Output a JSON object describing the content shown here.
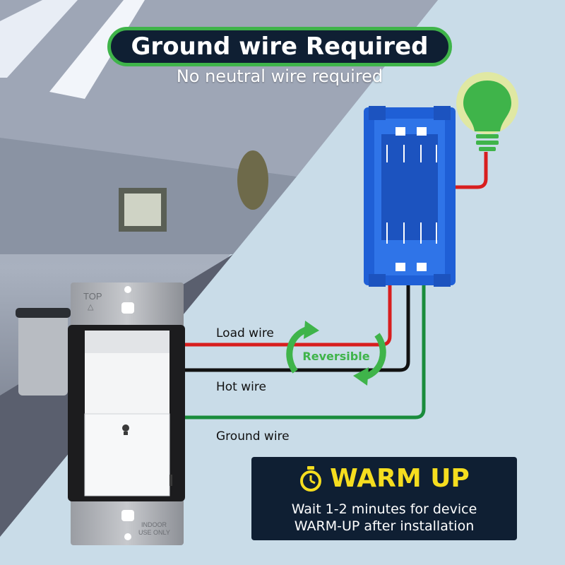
{
  "header": {
    "title": "Ground wire Required",
    "subtitle": "No neutral wire required"
  },
  "wires": {
    "load_label": "Load wire",
    "hot_label": "Hot wire",
    "ground_label": "Ground wire",
    "reversible_label": "Reversible"
  },
  "switch_plate": {
    "top_label": "TOP",
    "indoor_label_1": "INDOOR",
    "indoor_label_2": "USE ONLY"
  },
  "warm_up": {
    "title": "WARM UP",
    "line1": "Wait 1-2 minutes for device",
    "line2": "WARM-UP after installation"
  },
  "icons": {
    "bulb": "light-bulb-icon",
    "timer": "stopwatch-icon",
    "arrows": "reversible-arrows-icon"
  },
  "colors": {
    "accent_green": "#3fb44a",
    "dark_navy": "#0f1f33",
    "warm_yellow": "#f5dd1f",
    "box_blue": "#1f5fd6",
    "load_wire": "#d81e1e",
    "hot_wire": "#111111",
    "ground_wire": "#1a8c3c"
  }
}
